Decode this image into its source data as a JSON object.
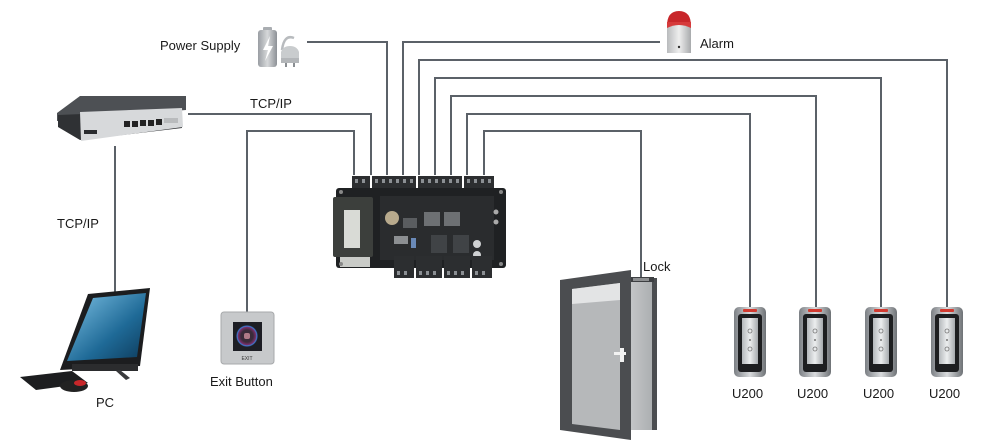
{
  "diagram": {
    "title": "Access Control Wiring Diagram",
    "wire_color": "#5b6168",
    "nodes": {
      "power_supply": {
        "label": "Power Supply",
        "icon": "battery-plug-icon"
      },
      "alarm": {
        "label": "Alarm",
        "icon": "siren-icon",
        "color": "#c8262a"
      },
      "network_switch": {
        "label": "",
        "icon": "network-switch-icon"
      },
      "switch_link_label": "TCP/IP",
      "pc_link_label": "TCP/IP",
      "controller": {
        "label": "",
        "icon": "controller-board-icon"
      },
      "exit_button": {
        "label": "Exit Button",
        "button_text": "EXIT",
        "icon": "exit-button-icon"
      },
      "pc": {
        "label": "PC",
        "icon": "all-in-one-pc-icon"
      },
      "lock": {
        "label": "Lock",
        "icon": "door-lock-icon"
      },
      "readers": [
        {
          "label": "U200",
          "icon": "card-reader-icon"
        },
        {
          "label": "U200",
          "icon": "card-reader-icon"
        },
        {
          "label": "U200",
          "icon": "card-reader-icon"
        },
        {
          "label": "U200",
          "icon": "card-reader-icon"
        }
      ]
    },
    "edges": [
      {
        "from": "network_switch",
        "to": "controller",
        "label": "TCP/IP"
      },
      {
        "from": "network_switch",
        "to": "pc",
        "label": "TCP/IP"
      },
      {
        "from": "power_supply",
        "to": "controller"
      },
      {
        "from": "alarm",
        "to": "controller"
      },
      {
        "from": "exit_button",
        "to": "controller"
      },
      {
        "from": "lock",
        "to": "controller"
      },
      {
        "from": "readers.0",
        "to": "controller"
      },
      {
        "from": "readers.1",
        "to": "controller"
      },
      {
        "from": "readers.2",
        "to": "controller"
      },
      {
        "from": "readers.3",
        "to": "controller"
      }
    ]
  }
}
